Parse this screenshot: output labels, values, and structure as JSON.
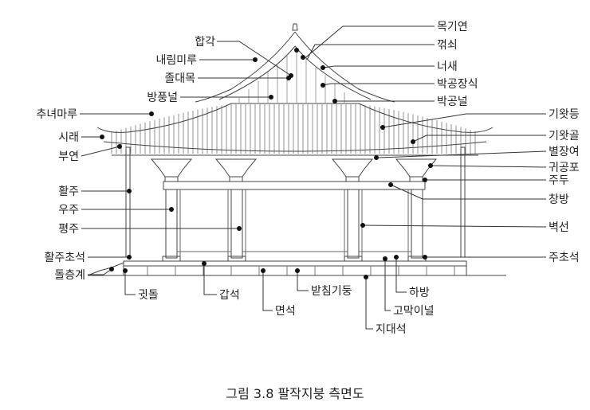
{
  "labels": {
    "mokgiyeon": "목기연",
    "kkeoksoe": "꺾쇠",
    "hapgak": "합각",
    "naerimmaru": "내림미루",
    "neosae": "너새",
    "joldaemok": "졸대목",
    "bakgongjangsik": "박공장식",
    "bangpungneol": "방풍널",
    "bakgongneol": "박공널",
    "chunyeomaru": "추녀마루",
    "giwatdeung": "기왓등",
    "sirae": "시래",
    "giwatgol": "기왓골",
    "buyeon": "부연",
    "byeoljangyeo": "별장여",
    "gwigongpo": "귀공포",
    "hwalju": "활주",
    "judu": "주두",
    "uju": "우주",
    "changbang": "창방",
    "pyeongju": "평주",
    "byeokseon": "벽선",
    "hwaljuchoseok": "활주초석",
    "juchoseok": "주초석",
    "dolcheunggye": "돌층계",
    "habang": "하방",
    "gwitdol": "귓돌",
    "gapseok": "갑석",
    "batchimgidung": "받침기둥",
    "gomakineol": "고막이널",
    "myeonseok": "면석",
    "jidaeseok": "지대석"
  },
  "caption": "그림 3.8 팔작지붕 측면도"
}
